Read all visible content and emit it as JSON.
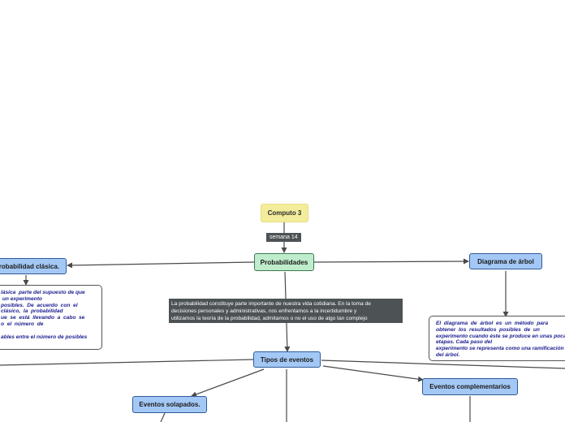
{
  "nodes": {
    "root": "Computo 3",
    "week_tag": "semana 14",
    "main": "Probabilidades",
    "classic": "Probabilidad clásica.",
    "tree": "Diagrama de árbol",
    "event_types": "Tipos de eventos",
    "overlapping": "Eventos solapados.",
    "complementary": "Eventos complementarios"
  },
  "notes": {
    "main_description": [
      "La probabilidad constituye parte importante de nuestra vida cotidiana. En la toma de",
      "decisiones personales y administrativas, nos enfrentamos a la incertidumbre y",
      "utilizamos la teoría de la probabilidad, admitamos o no el uso de algo tan complejo"
    ],
    "classic_description": "lásica  parte del supuesto de que\n un experimento\nposibles.  De  acuerdo  con  el\nclásico,  la  probabilidad\nue  se  está  llevando  a  cabo  se\no  el  número  de\n\nables entre el número de posibles",
    "tree_description": "El  diagrama  de  árbol  es  un  método  para\nobtener  los  resultados  posibles  de  un\nexperimento cuando éste se produce en unas pocas\netapas. Cada paso del\nexperimento se representa como una ramificación\ndel árbol."
  },
  "colors": {
    "root_fill": "#f3ec9b",
    "main_fill": "#bfeccc",
    "branch_fill": "#a4c8f5",
    "note_text": "#1a1d8f",
    "connector": "#4a4a4a"
  }
}
